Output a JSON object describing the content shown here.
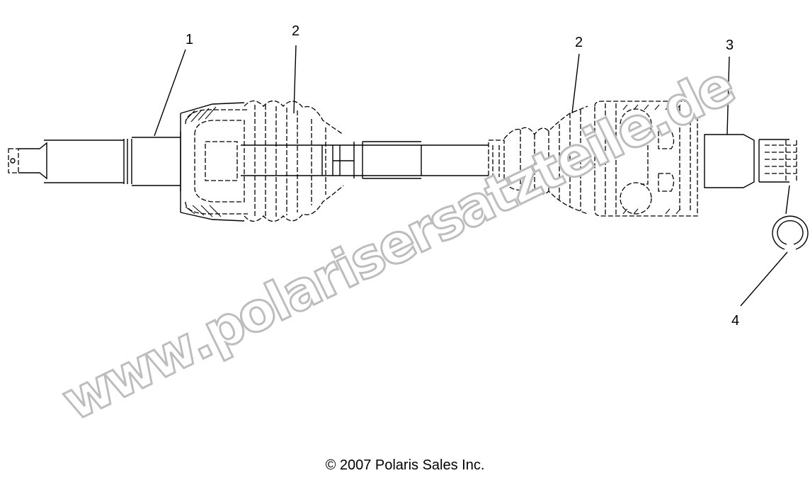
{
  "diagram": {
    "callouts": [
      "1",
      "2",
      "2",
      "3",
      "4"
    ],
    "watermark": "www.polarisersatzteile.de",
    "copyright": "© 2007 Polaris Sales Inc."
  }
}
